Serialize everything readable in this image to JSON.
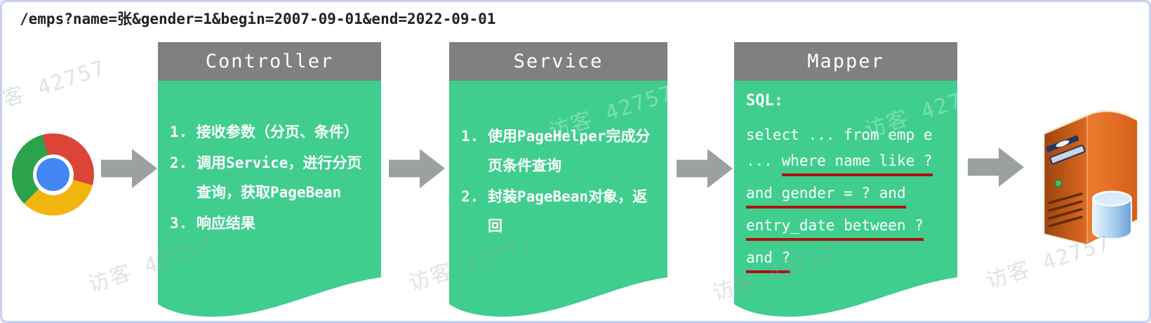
{
  "request_url": "/emps?name=张&gender=1&begin=2007-09-01&end=2022-09-01",
  "watermark": "访客 42757",
  "colors": {
    "card_green": "#3fce8e",
    "header_gray": "#808080",
    "underline_red": "#b01010",
    "arrow_gray": "#9ba1a1",
    "border_blue": "#c7d0f0"
  },
  "icons": {
    "browser": "chrome-logo",
    "flow": "arrow-right",
    "datastore": "server-tower-with-database-cylinder"
  },
  "cards": [
    {
      "title": "Controller",
      "items": [
        {
          "lines": [
            "1. 接收参数（分页、条件）"
          ]
        },
        {
          "lines": [
            "2. 调用Service，进行分页",
            "查询，获取PageBean"
          ]
        },
        {
          "lines": [
            "3. 响应结果"
          ]
        }
      ]
    },
    {
      "title": "Service",
      "items": [
        {
          "lines": [
            "1. 使用PageHelper完成分",
            "页条件查询"
          ]
        },
        {
          "lines": [
            "2. 封装PageBean对象，返",
            "回"
          ]
        }
      ]
    },
    {
      "title": "Mapper",
      "sql_label": "SQL:",
      "sql_lines": [
        {
          "prefix": "",
          "text": "select ... from emp e",
          "underlined": false
        },
        {
          "prefix": "... ",
          "text": "where name like ?",
          "underlined": true
        },
        {
          "prefix": "",
          "text": "and gender = ? and",
          "underlined": true
        },
        {
          "prefix": "",
          "text": "entry_date between ?",
          "underlined": true
        },
        {
          "prefix": "",
          "text": "and ?",
          "underlined": true
        }
      ]
    }
  ]
}
